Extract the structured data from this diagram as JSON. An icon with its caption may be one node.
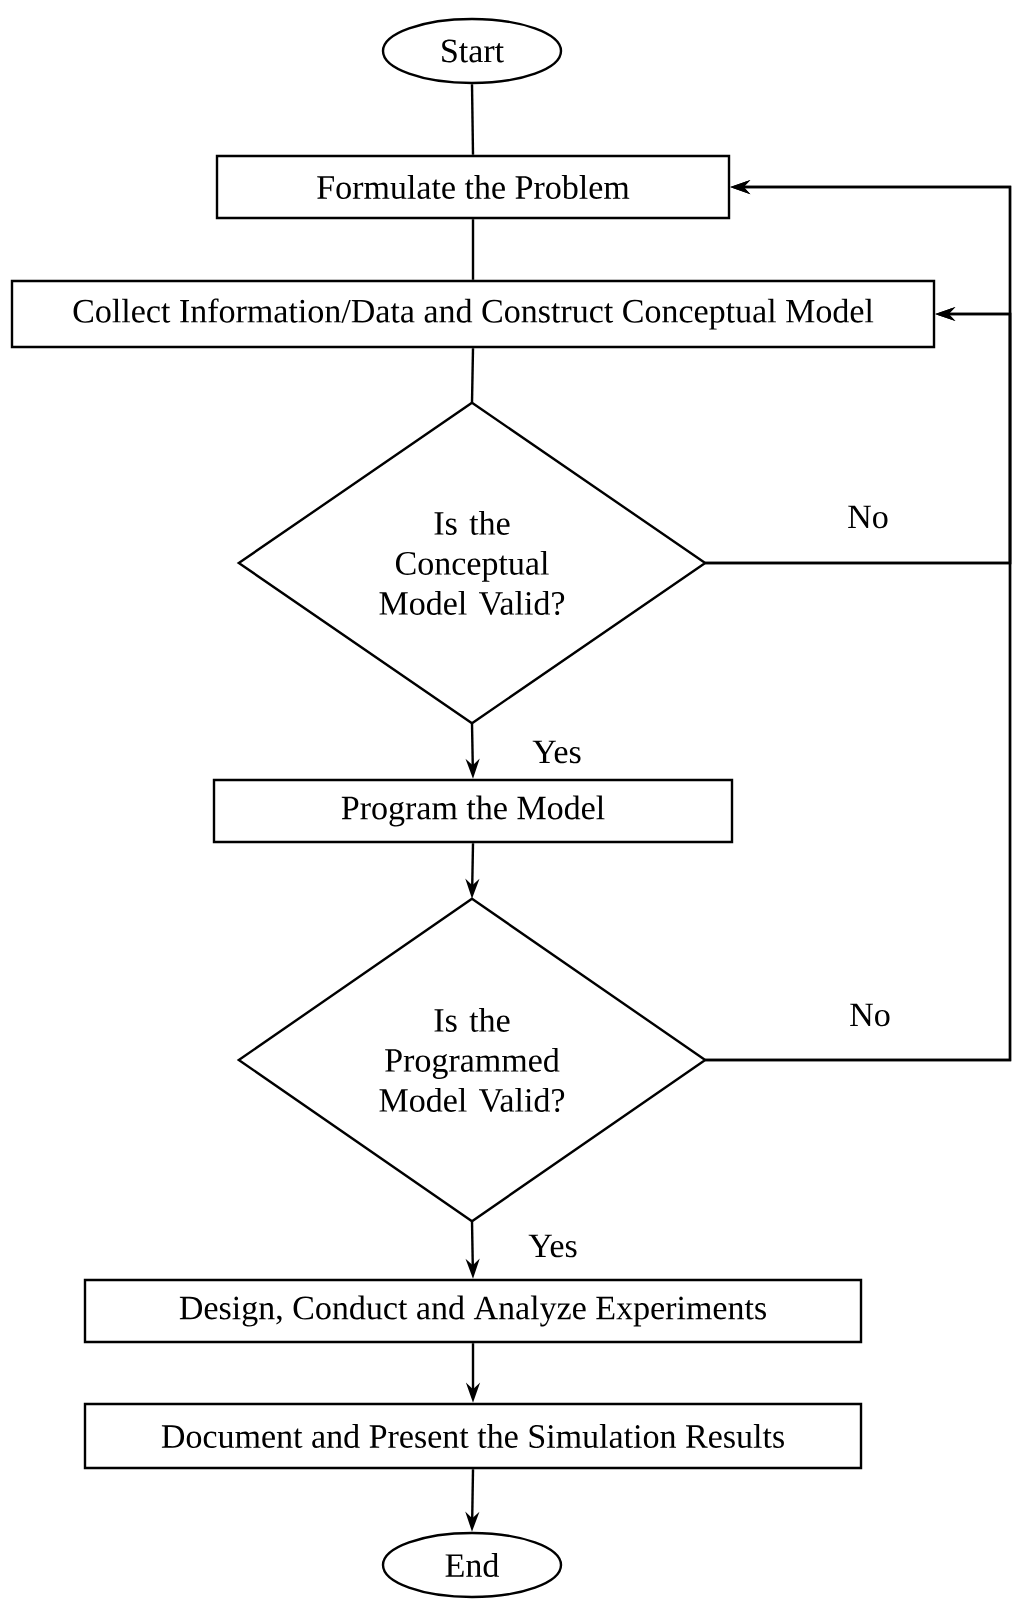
{
  "diagram": {
    "nodes": [
      {
        "text": [
          "Start"
        ]
      },
      {
        "text": [
          "Formulate the Problem"
        ]
      },
      {
        "text": [
          "Collect Information/Data and Construct Conceptual Model"
        ]
      },
      {
        "text": [
          "Is the Conceptual Model Valid?"
        ]
      },
      {
        "text": [
          "Program the Model"
        ]
      },
      {
        "text": [
          "Is the Programmed Model Valid?"
        ]
      },
      {
        "text": [
          "Design, Conduct and Analyze Experiments"
        ]
      },
      {
        "text": [
          "Document and Present the Simulation Results"
        ]
      },
      {
        "text": [
          "End"
        ]
      }
    ],
    "edges": [
      {
        "from": 0,
        "to": 1,
        "arrow": "none"
      },
      {
        "from": 1,
        "to": 2,
        "arrow": "none"
      },
      {
        "from": 2,
        "to": 3,
        "arrow": "none"
      },
      {
        "from": 3,
        "to": 4,
        "arrow": "to",
        "label": "Yes"
      },
      {
        "from": 4,
        "to": 5,
        "arrow": "to"
      },
      {
        "from": 5,
        "to": 6,
        "arrow": "to",
        "label": "Yes"
      },
      {
        "from": 6,
        "to": 7,
        "arrow": "to"
      },
      {
        "from": 7,
        "to": 8,
        "arrow": "to"
      },
      {
        "from": 3,
        "to": 1,
        "arrow": "to",
        "label": "No"
      },
      {
        "from": 3,
        "to": 2,
        "arrow": "to"
      },
      {
        "from": 5,
        "to": 1,
        "arrow": "to",
        "label": "No"
      },
      {
        "from": 5,
        "to": 2,
        "arrow": "to"
      }
    ]
  }
}
